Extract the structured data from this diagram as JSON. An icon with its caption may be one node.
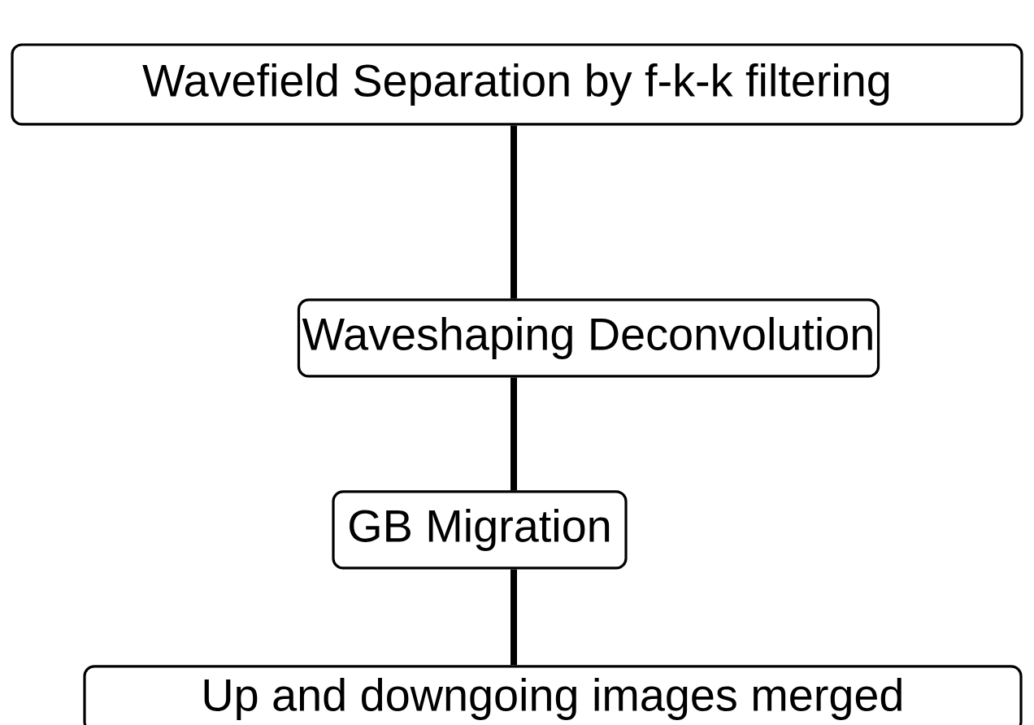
{
  "diagram": {
    "nodes": [
      {
        "text": [
          "Wavefield Separation by f-k-k filtering"
        ]
      },
      {
        "text": [
          "Waveshaping Deconvolution"
        ]
      },
      {
        "text": [
          "GB Migration"
        ]
      },
      {
        "text": [
          "Up and downgoing images merged"
        ]
      }
    ],
    "edges": [
      {
        "from": 0,
        "to": 1,
        "arrow": "none"
      },
      {
        "from": 1,
        "to": 2,
        "arrow": "none"
      },
      {
        "from": 2,
        "to": 3,
        "arrow": "none"
      }
    ]
  }
}
